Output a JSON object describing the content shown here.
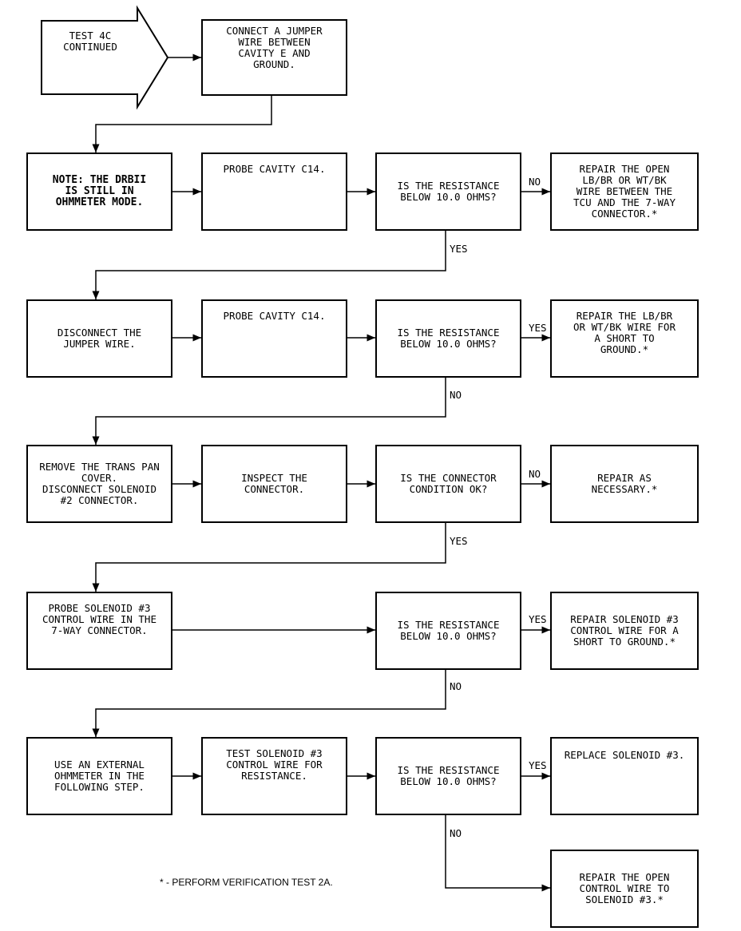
{
  "start": {
    "text": "TEST 4C\nCONTINUED"
  },
  "boxes": {
    "b1": "CONNECT A JUMPER\nWIRE BETWEEN\nCAVITY E AND\nGROUND.",
    "note": "NOTE:  THE DRBII\nIS STILL IN\nOHMMETER MODE.",
    "probe1": "PROBE CAVITY C14.",
    "q1": "IS THE RESISTANCE\nBELOW 10.0 OHMS?",
    "r1": "REPAIR THE OPEN\nLB/BR OR WT/BK\nWIRE BETWEEN THE\nTCU AND THE 7-WAY\nCONNECTOR.*",
    "disc": "DISCONNECT THE\nJUMPER WIRE.",
    "probe2": "PROBE CAVITY C14.",
    "q2": "IS THE RESISTANCE\nBELOW 10.0 OHMS?",
    "r2": "REPAIR THE LB/BR\nOR WT/BK WIRE FOR\nA SHORT TO\nGROUND.*",
    "remove": "REMOVE THE TRANS PAN\nCOVER.\nDISCONNECT SOLENOID\n#2 CONNECTOR.",
    "inspect": "INSPECT THE\nCONNECTOR.",
    "q3": "IS THE CONNECTOR\nCONDITION OK?",
    "r3": "REPAIR AS\nNECESSARY.*",
    "probe3": "PROBE SOLENOID #3\nCONTROL WIRE IN THE\n7-WAY CONNECTOR.",
    "q4": "IS THE RESISTANCE\nBELOW 10.0 OHMS?",
    "r4": "REPAIR SOLENOID #3\nCONTROL WIRE FOR A\nSHORT TO GROUND.*",
    "useext": "USE AN EXTERNAL\nOHMMETER IN THE\nFOLLOWING STEP.",
    "testsol": "TEST SOLENOID #3\nCONTROL WIRE FOR\nRESISTANCE.",
    "q5": "IS THE RESISTANCE\nBELOW 10.0 OHMS?",
    "r5": "REPLACE SOLENOID #3.",
    "r6": "REPAIR THE OPEN\nCONTROL WIRE TO\nSOLENOID #3.*"
  },
  "labels": {
    "no1": "NO",
    "yes1": "YES",
    "yes2": "YES",
    "no2": "NO",
    "no3": "NO",
    "yes3": "YES",
    "yes4": "YES",
    "no4": "NO",
    "yes5": "YES",
    "no5": "NO"
  },
  "footnote": "* - PERFORM VERIFICATION TEST 2A."
}
